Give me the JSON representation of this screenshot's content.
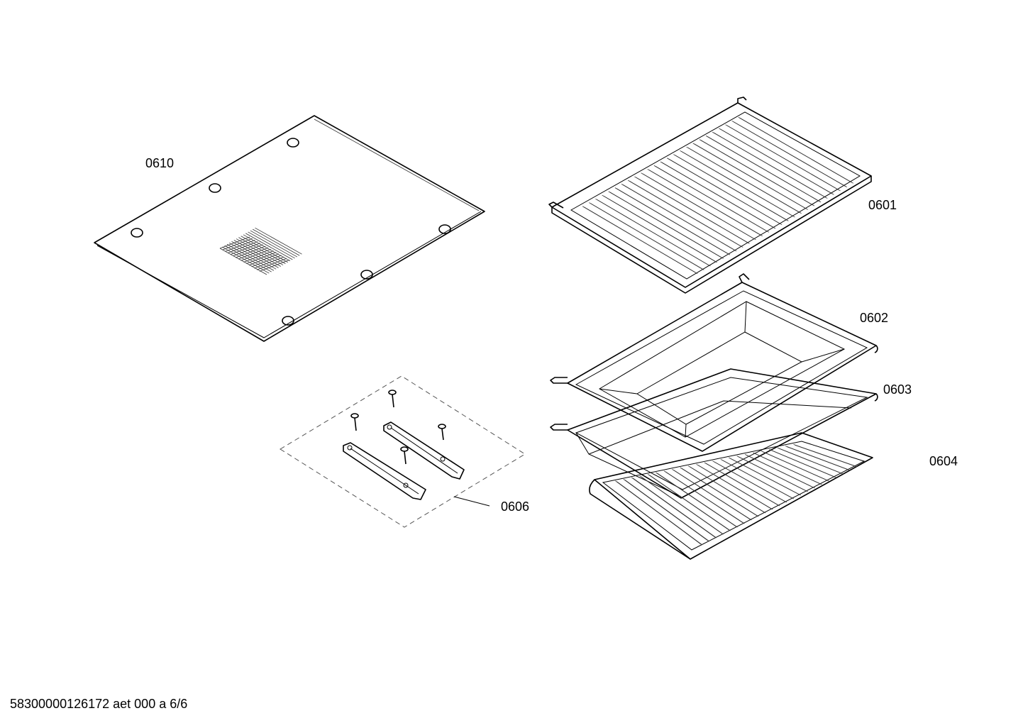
{
  "parts": {
    "p0610": "0610",
    "p0601": "0601",
    "p0602": "0602",
    "p0603": "0603",
    "p0604": "0604",
    "p0606": "0606"
  },
  "footer": {
    "doc_id": "58300000126172 aet 000 a 6/6"
  },
  "colors": {
    "line": "#000000",
    "background": "#ffffff",
    "kit_outline": "#555555"
  }
}
